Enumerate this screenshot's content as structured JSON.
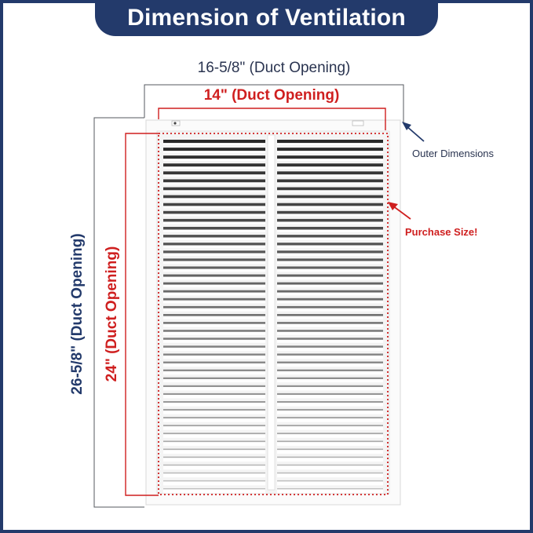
{
  "title": "Dimension of Ventilation",
  "labels": {
    "outer_width": "16-5/8\" (Duct Opening)",
    "duct_width": "14\" (Duct Opening)",
    "outer_height": "26-5/8\" (Duct Opening)",
    "duct_height": "24\" (Duct Opening)",
    "outer_dimensions": "Outer Dimensions",
    "purchase_size": "Purchase Size!"
  },
  "colors": {
    "navy": "#233a6b",
    "red": "#cf1f1f",
    "grille": "#ffffff",
    "slat_shadow": "#2a2a2a"
  },
  "grille": {
    "columns": 2,
    "slats_per_column": 45
  }
}
